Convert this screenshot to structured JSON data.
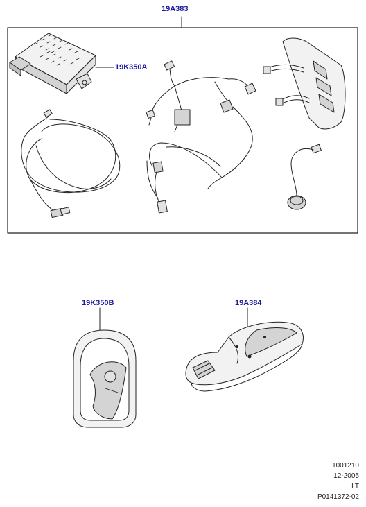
{
  "callouts": {
    "kit": "19A383",
    "module": "19K350A",
    "remote": "19K350B",
    "cradle": "19A384"
  },
  "reference": {
    "line1": "1001210",
    "line2": "12-2005",
    "line3": "LT",
    "line4": "P0141372-02"
  },
  "colors": {
    "callout_text": "#1a1aa0",
    "line_art": "#222222",
    "part_fill": "#f2f2f2",
    "part_shade": "#d4d4d4"
  }
}
